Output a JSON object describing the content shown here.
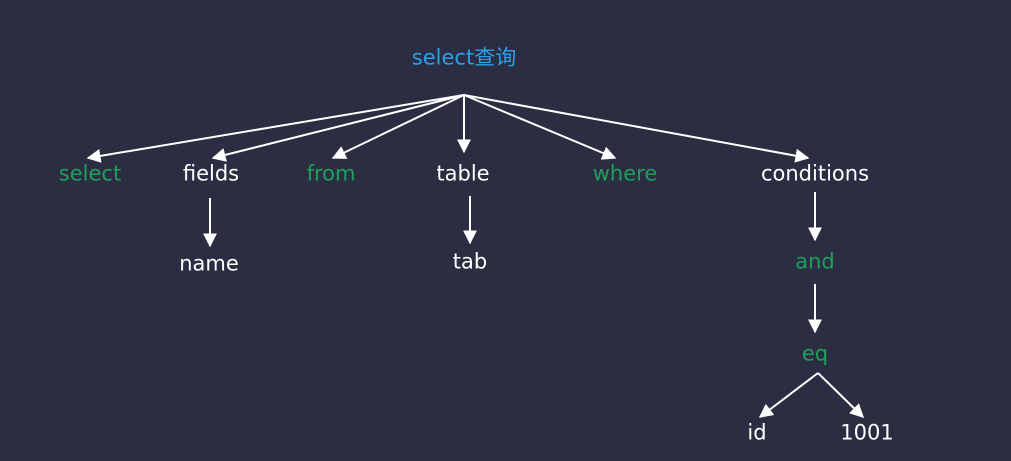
{
  "colors": {
    "background": "#2b2d42",
    "root": "#2aa0e6",
    "keyword": "#1fa05a",
    "plain": "#ffffff",
    "edge": "#ffffff"
  },
  "tree": {
    "root": "select查询",
    "children": {
      "select": "select",
      "fields": "fields",
      "from": "from",
      "table": "table",
      "where": "where",
      "conditions": "conditions"
    },
    "fields_child": "name",
    "table_child": "tab",
    "conditions_child": "and",
    "and_child": "eq",
    "eq_children": {
      "left": "id",
      "right": "1001"
    }
  }
}
